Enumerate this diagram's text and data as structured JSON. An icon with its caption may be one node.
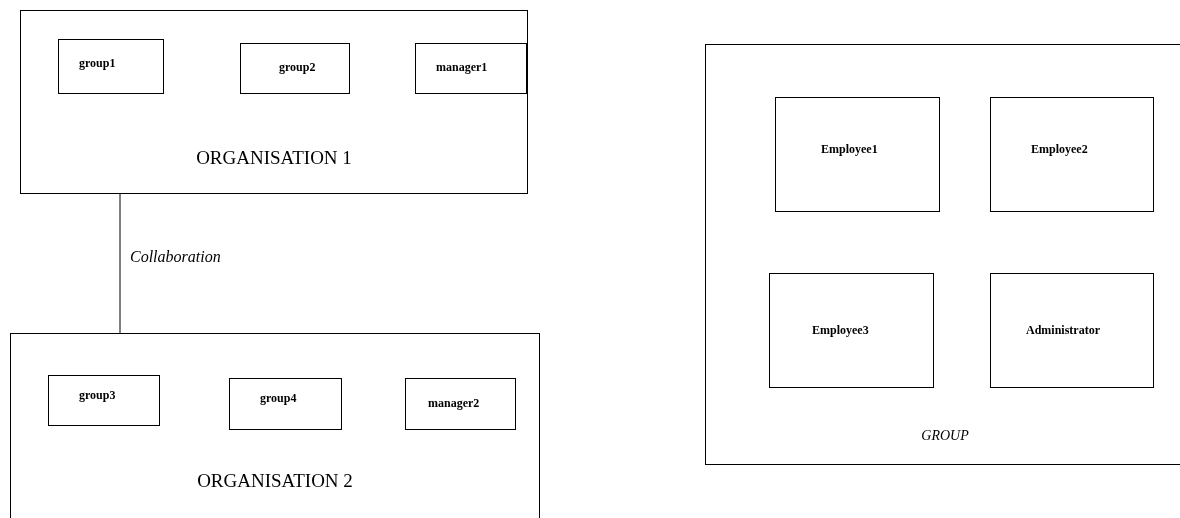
{
  "diagram": {
    "nodes": [
      {
        "text": [
          "ORGANISATION 1"
        ]
      },
      {
        "text": [
          "group1"
        ],
        "in": 0
      },
      {
        "text": [
          "group2"
        ],
        "in": 0
      },
      {
        "text": [
          "manager1"
        ],
        "in": 0
      },
      {
        "text": [
          "ORGANISATION 2"
        ]
      },
      {
        "text": [
          "group3"
        ],
        "in": 4
      },
      {
        "text": [
          "group4"
        ],
        "in": 4
      },
      {
        "text": [
          "manager2"
        ],
        "in": 4
      },
      {
        "text": [
          "GROUP"
        ]
      },
      {
        "text": [
          "Employee1"
        ],
        "in": 8
      },
      {
        "text": [
          "Employee2"
        ],
        "in": 8
      },
      {
        "text": [
          "Employee3"
        ],
        "in": 8
      },
      {
        "text": [
          "Administrator"
        ],
        "in": 8
      }
    ],
    "edges": [
      {
        "from": 0,
        "to": 4,
        "arrow": "none",
        "label": "Collaboration"
      }
    ]
  }
}
